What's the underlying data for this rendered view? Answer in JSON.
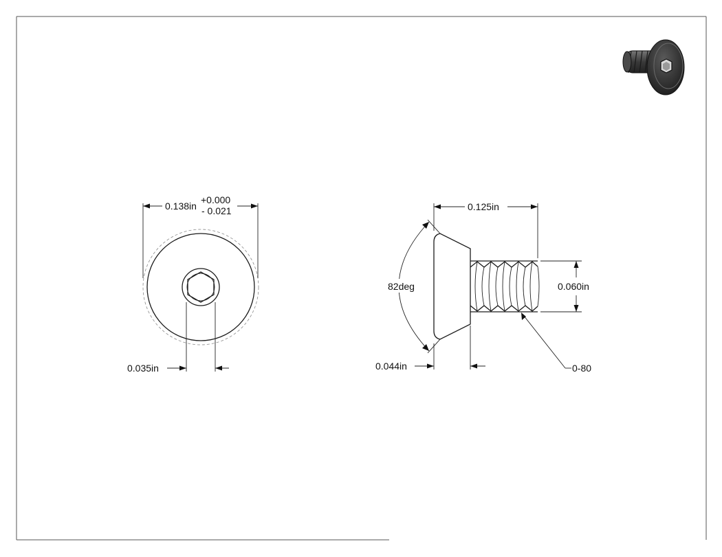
{
  "front_view": {
    "diameter_label": "0.138in",
    "tolerance_plus": "+0.000",
    "tolerance_minus": "- 0.021",
    "hex_label": "0.035in"
  },
  "side_view": {
    "length_label": "0.125in",
    "angle_label": "82deg",
    "head_height_label": "0.044in",
    "thread_dia_label": "0.060in",
    "thread_spec_label": "0-80"
  },
  "iso_view": {
    "icon": "socket-head-screw-render"
  },
  "colors": {
    "line": "#1a1a1a",
    "screw_dark": "#2e2e2e"
  }
}
